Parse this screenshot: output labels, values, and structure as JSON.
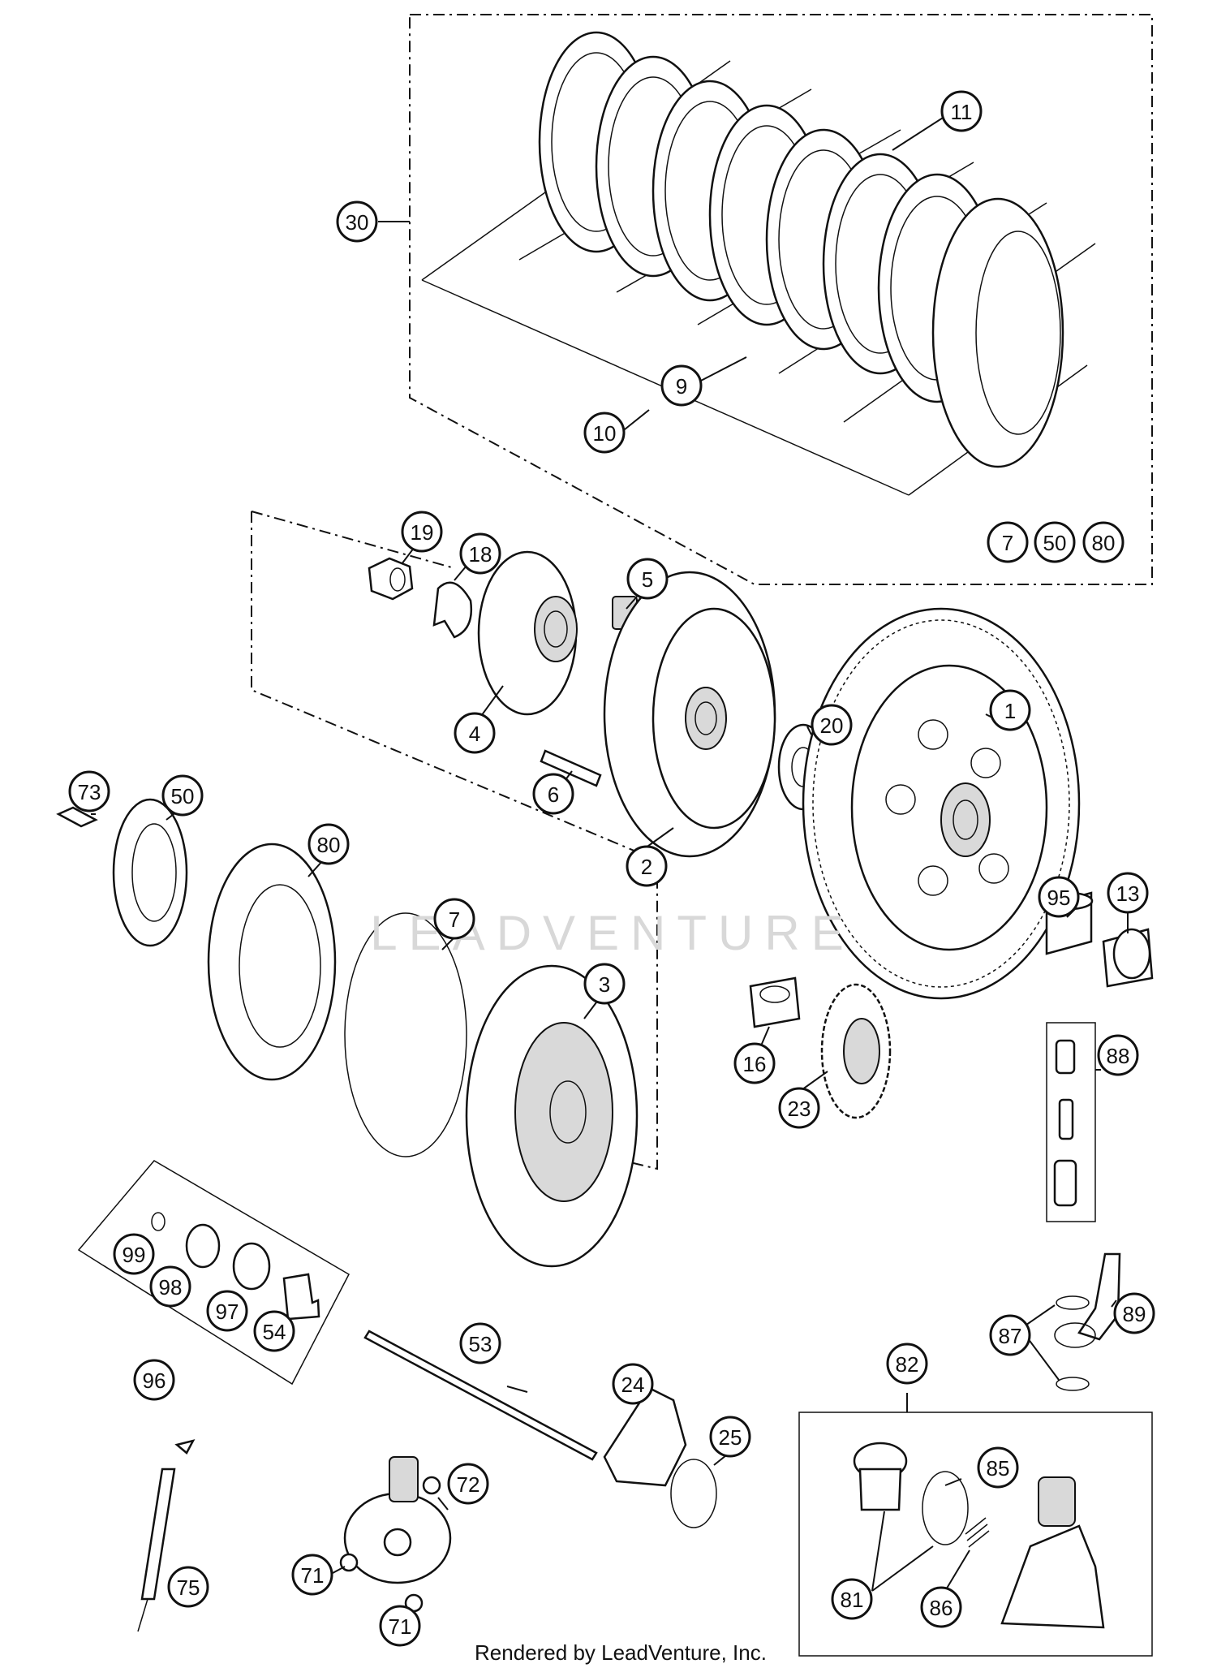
{
  "watermark": "LEADVENTURE",
  "footer": "Rendered by LeadVenture, Inc.",
  "callouts": [
    "1",
    "2",
    "3",
    "4",
    "5",
    "6",
    "7",
    "9",
    "10",
    "11",
    "13",
    "16",
    "18",
    "19",
    "20",
    "23",
    "24",
    "25",
    "30",
    "50",
    "53",
    "54",
    "71",
    "72",
    "73",
    "75",
    "80",
    "81",
    "82",
    "85",
    "86",
    "87",
    "88",
    "89",
    "95",
    "96",
    "97",
    "98",
    "99"
  ],
  "kit_callouts": [
    "7",
    "50",
    "80"
  ]
}
